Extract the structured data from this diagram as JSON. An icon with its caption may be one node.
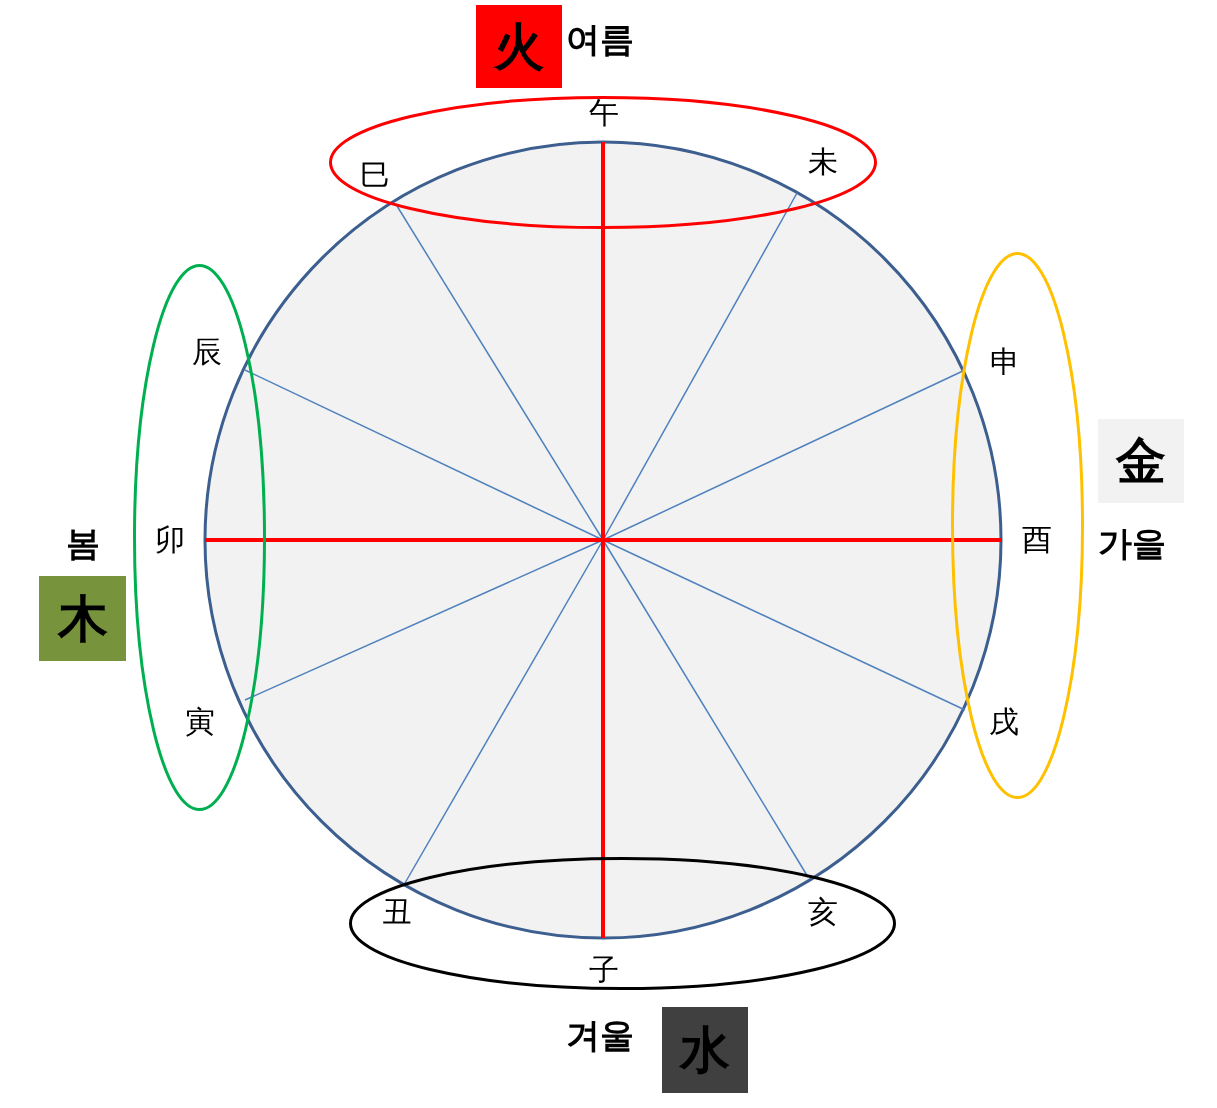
{
  "diagram": {
    "nodes": [
      {
        "text": [
          "火"
        ],
        "beside": [
          "여름"
        ]
      },
      {
        "text": [
          "巳",
          "午",
          "未"
        ]
      },
      {
        "text": [
          "辰",
          "卯",
          "寅"
        ]
      },
      {
        "text": [
          "申",
          "酉",
          "戌"
        ]
      },
      {
        "text": [
          "金"
        ],
        "beside": [
          "가을"
        ]
      },
      {
        "text": [
          "木"
        ],
        "beside": [
          "봄"
        ]
      },
      {
        "text": [
          "丑",
          "子",
          "亥"
        ]
      },
      {
        "text": [
          "水"
        ],
        "beside": [
          "겨울"
        ]
      }
    ],
    "edges": []
  }
}
